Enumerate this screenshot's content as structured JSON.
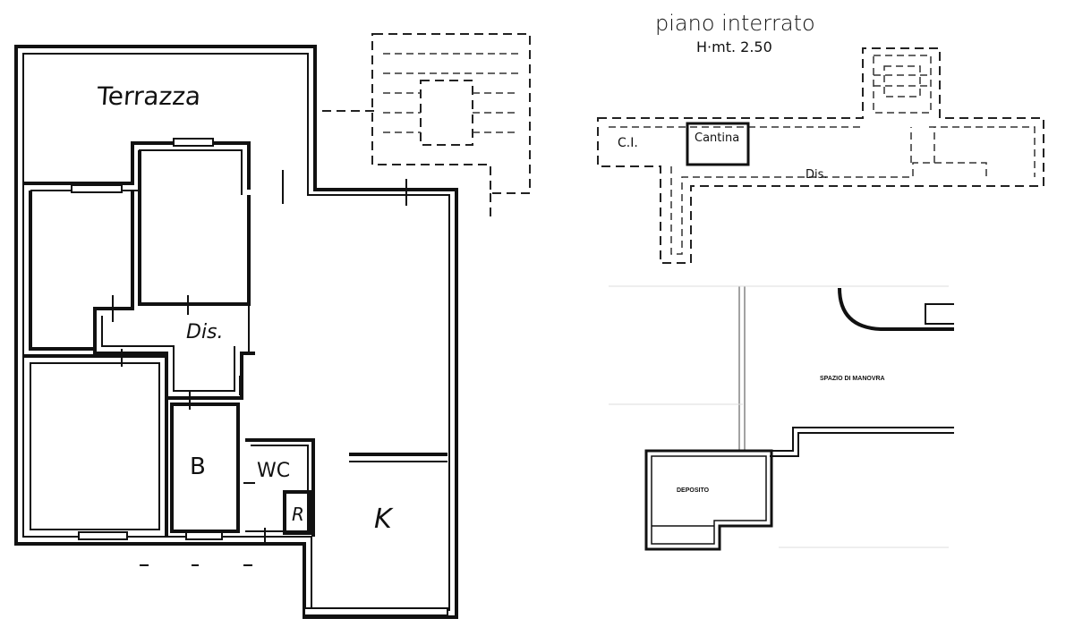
{
  "ground_floor": {
    "terrace_label": "Terrazza",
    "dis_label": "Dis.",
    "bath_label": "B",
    "wc_label": "WC",
    "r_label": "R",
    "kitchen_label": "K"
  },
  "basement": {
    "title": "piano interrato",
    "height": "H·mt. 2.50",
    "ci_label": "C.I.",
    "cantina_label": "Cantina",
    "dis_label": "Dis.",
    "manoeuvre_label": "SPAZIO DI MANOVRA",
    "deposit_label": "DEPOSITO"
  }
}
